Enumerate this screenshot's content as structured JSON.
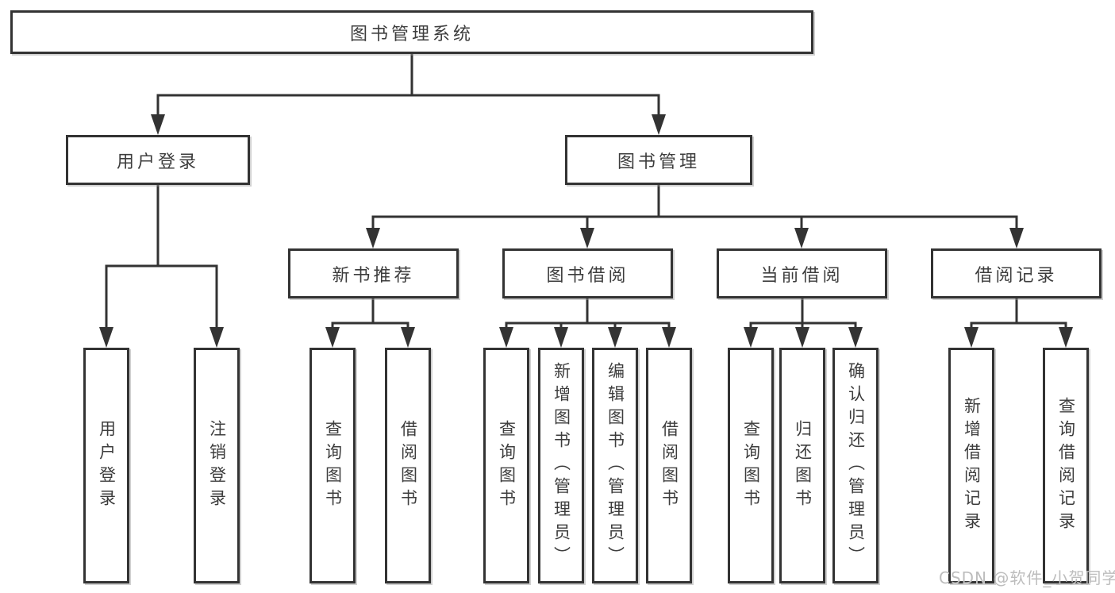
{
  "title": "图书管理系统",
  "watermark": "CSDN @软件_小贺同学",
  "colors": {
    "line": "#333333",
    "border": "#333333",
    "text": "#3d3d3d",
    "watermark": "#bdbdbd",
    "background": "#ffffff"
  },
  "nodes": {
    "root": "图书管理系统",
    "user_login": "用户登录",
    "book_mgmt": "图书管理",
    "new_book_rec": "新书推荐",
    "book_borrow": "图书借阅",
    "current_borrow": "当前借阅",
    "borrow_records": "借阅记录",
    "login_leaf": "用户登录",
    "logout_leaf": "注销登录",
    "rec_query_books": "查询图书",
    "rec_borrow_books": "借阅图书",
    "bb_query_books": "查询图书",
    "bb_add_books": "新增图书（管理员）",
    "bb_edit_books": "编辑图书（管理员）",
    "bb_borrow_books": "借阅图书",
    "cb_query_books": "查询图书",
    "cb_return_books": "归还图书",
    "cb_confirm_return": "确认归还（管理员）",
    "br_add_record": "新增借阅记录",
    "br_query_record": "查询借阅记录"
  },
  "hierarchy": {
    "图书管理系统": {
      "用户登录": [
        "用户登录",
        "注销登录"
      ],
      "图书管理": {
        "新书推荐": [
          "查询图书",
          "借阅图书"
        ],
        "图书借阅": [
          "查询图书",
          "新增图书（管理员）",
          "编辑图书（管理员）",
          "借阅图书"
        ],
        "当前借阅": [
          "查询图书",
          "归还图书",
          "确认归还（管理员）"
        ],
        "借阅记录": [
          "新增借阅记录",
          "查询借阅记录"
        ]
      }
    }
  }
}
